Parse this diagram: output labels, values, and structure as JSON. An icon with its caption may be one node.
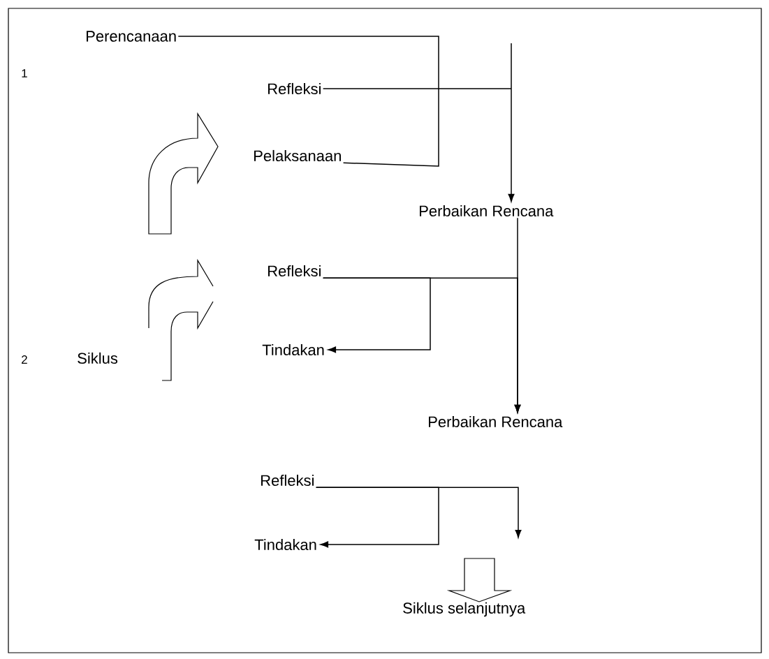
{
  "diagram": {
    "nodes": [
      {
        "text": [
          "Perencanaan"
        ]
      },
      {
        "text": [
          "Refleksi"
        ]
      },
      {
        "text": [
          "Pelaksanaan"
        ]
      },
      {
        "text": [
          "Perbaikan Rencana"
        ]
      },
      {
        "text": [
          "Refleksi"
        ]
      },
      {
        "text": [
          "Tindakan"
        ]
      },
      {
        "text": [
          "Perbaikan Rencana"
        ]
      },
      {
        "text": [
          "Refleksi"
        ]
      },
      {
        "text": [
          "Tindakan"
        ]
      },
      {
        "text": [
          "Siklus selanjutnya"
        ]
      }
    ],
    "edges": [
      {
        "from": 0,
        "to": 2,
        "arrow": "none"
      },
      {
        "from": 1,
        "to": 3,
        "arrow": "to"
      },
      {
        "from": 3,
        "to": 6,
        "arrow": "to"
      },
      {
        "from": 4,
        "to": 6,
        "arrow": "to"
      },
      {
        "from": 4,
        "to": 5,
        "arrow": "to"
      },
      {
        "from": 7,
        "to": 8,
        "arrow": "to"
      },
      {
        "from": 7,
        "to": null,
        "arrow": "to"
      }
    ],
    "labels": [
      "1",
      "2",
      "Siklus"
    ]
  }
}
